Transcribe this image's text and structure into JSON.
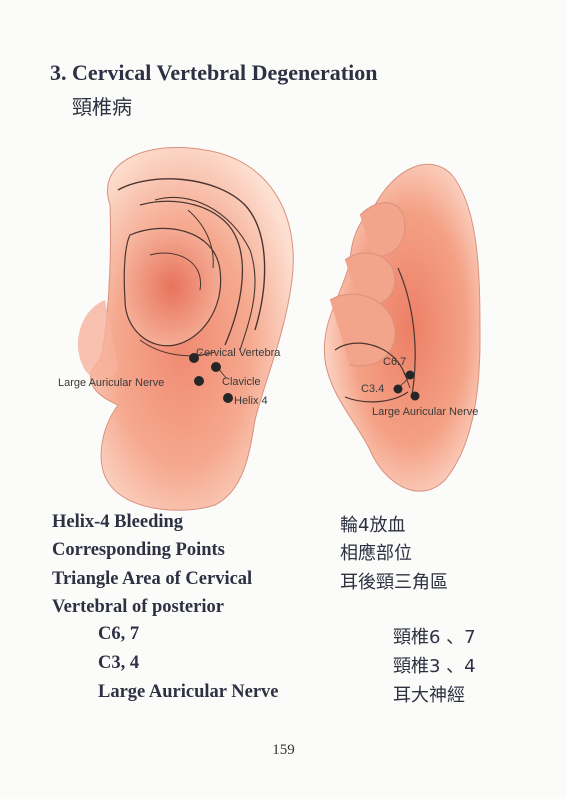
{
  "heading": {
    "title": "3. Cervical Vertebral Degeneration",
    "subtitle": "頸椎病"
  },
  "figure_front": {
    "labels": {
      "cervical_vertebra": "Cervical Vertebra",
      "large_auricular_nerve": "Large Auricular Nerve",
      "clavicle": "Clavicle",
      "helix4": "Helix 4"
    }
  },
  "figure_back": {
    "labels": {
      "c67": "C6.7",
      "c34": "C3.4",
      "large_auricular_nerve": "Large Auricular Nerve"
    }
  },
  "points": [
    {
      "en": "Helix-4 Bleeding",
      "zh": "輪4放血"
    },
    {
      "en": "Corresponding Points",
      "zh": "相應部位"
    },
    {
      "en": "Triangle Area of Cervical",
      "zh": "耳後頸三角區"
    },
    {
      "en": "Vertebral of posterior",
      "zh": ""
    },
    {
      "en": "C6, 7",
      "zh": "頸椎6 、7"
    },
    {
      "en": "C3, 4",
      "zh": "頸椎3 、4"
    },
    {
      "en": "Large Auricular Nerve",
      "zh": "耳大神經"
    }
  ],
  "page_number": "159",
  "colors": {
    "skin_light": "#fbd0bc",
    "skin_mid": "#f2987f",
    "skin_dark": "#e06f58",
    "text": "#2d3142"
  }
}
